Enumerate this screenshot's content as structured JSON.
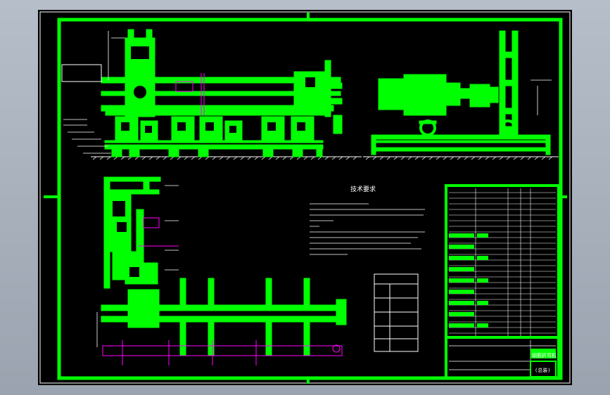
{
  "viewport": {
    "background_color": "#aab3bf",
    "sheet_color": "#000000"
  },
  "colors": {
    "frame": "#00ff00",
    "magenta": "#ff00ff",
    "white": "#ffffff",
    "hatch": "#c8c8c8"
  },
  "notes": {
    "title": "技术要求"
  },
  "title_block": {
    "drawing_name": "钢筋折弯机",
    "sheet_label": "(总装)"
  }
}
